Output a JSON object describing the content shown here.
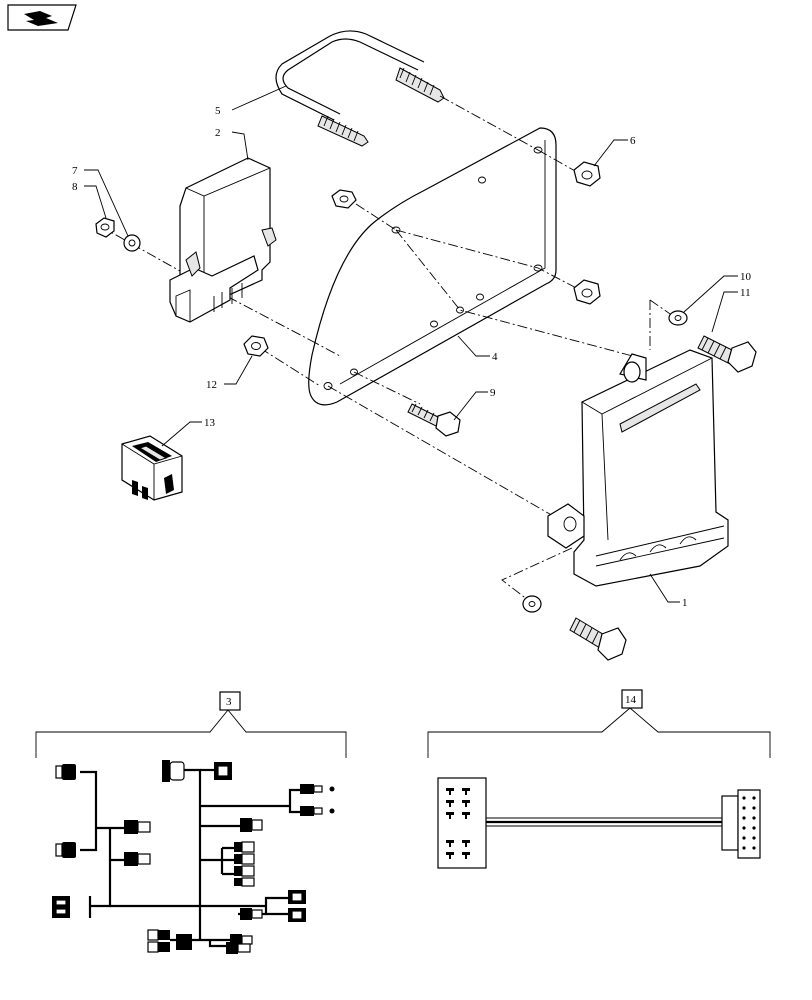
{
  "callouts": {
    "c1": "1",
    "c2": "2",
    "c3": "3",
    "c4": "4",
    "c5": "5",
    "c6": "6",
    "c7": "7",
    "c8": "8",
    "c9": "9",
    "c10": "10",
    "c11": "11",
    "c12": "12",
    "c13": "13",
    "c14": "14"
  },
  "icons": {
    "corner_badge": "page-turn-icon"
  },
  "colors": {
    "line": "#000000",
    "background": "#ffffff"
  }
}
